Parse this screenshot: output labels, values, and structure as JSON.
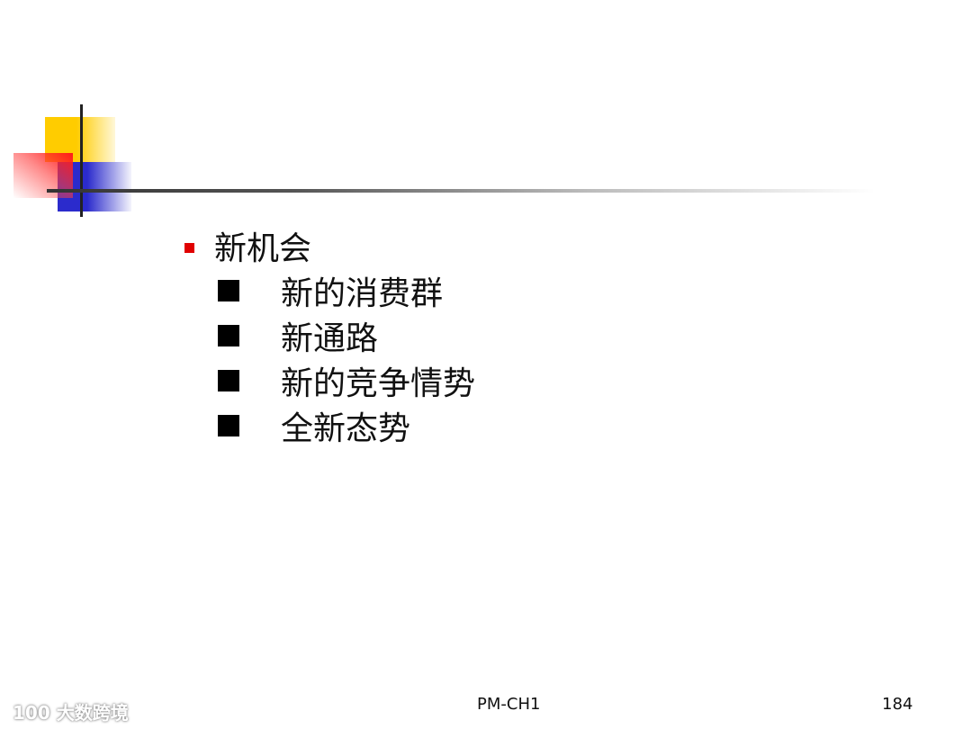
{
  "slide": {
    "heading_bullet": {
      "label": "新机会",
      "bullet_color": "#e00000"
    },
    "sub_bullets": [
      {
        "label": "新的消费群"
      },
      {
        "label": "新通路"
      },
      {
        "label": "新的竞争情势"
      },
      {
        "label": "全新态势"
      }
    ]
  },
  "footer": {
    "center": "PM-CH1",
    "page_number": "184"
  },
  "watermark": {
    "text": "100 大数跨境"
  },
  "colors": {
    "yellow": "#ffcc00",
    "blue": "#2b2bcc",
    "red": "#ff1a1a"
  }
}
